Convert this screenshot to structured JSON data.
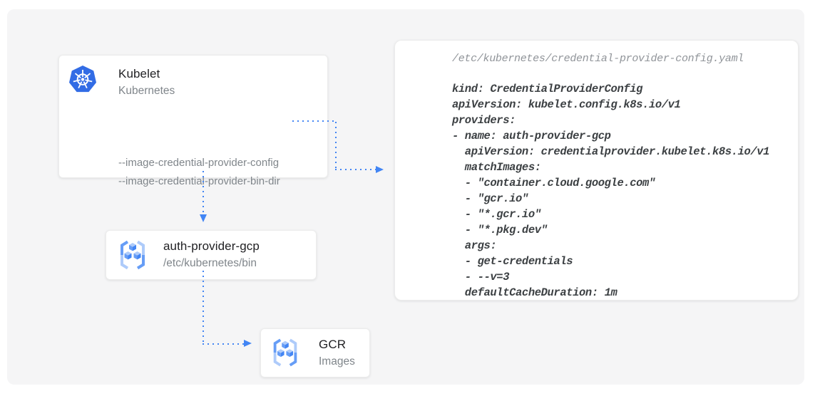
{
  "diagram": {
    "kubelet": {
      "title": "Kubelet",
      "subtitle": "Kubernetes",
      "flags": [
        "--image-credential-provider-config",
        "--image-credential-provider-bin-dir"
      ]
    },
    "auth_provider": {
      "title": "auth-provider-gcp",
      "subtitle": "/etc/kubernetes/bin"
    },
    "gcr": {
      "title": "GCR",
      "subtitle": "Images"
    }
  },
  "code_panel": {
    "file_path": "/etc/kubernetes/credential-provider-config.yaml",
    "lines": [
      "kind: CredentialProviderConfig",
      "apiVersion: kubelet.config.k8s.io/v1",
      "providers:",
      "- name: auth-provider-gcp",
      "  apiVersion: credentialprovider.kubelet.k8s.io/v1",
      "  matchImages:",
      "  - \"container.cloud.google.com\"",
      "  - \"gcr.io\"",
      "  - \"*.gcr.io\"",
      "  - \"*.pkg.dev\"",
      "  args:",
      "  - get-credentials",
      "  - --v=3",
      "  defaultCacheDuration: 1m"
    ]
  },
  "icons": {
    "kubelet": "kubernetes-helm-icon",
    "auth_provider": "container-registry-icon",
    "gcr": "container-registry-icon"
  },
  "colors": {
    "arrow_blue": "#4285f4",
    "kubernetes_blue": "#326ce5",
    "icon_blue_dark": "#4285f4",
    "icon_blue_medium": "#669df6",
    "icon_blue_light": "#aecbfa",
    "surface_gray": "#f5f5f6",
    "title_text": "#212124",
    "secondary_text": "#80868b",
    "code_text": "#3c4043"
  }
}
